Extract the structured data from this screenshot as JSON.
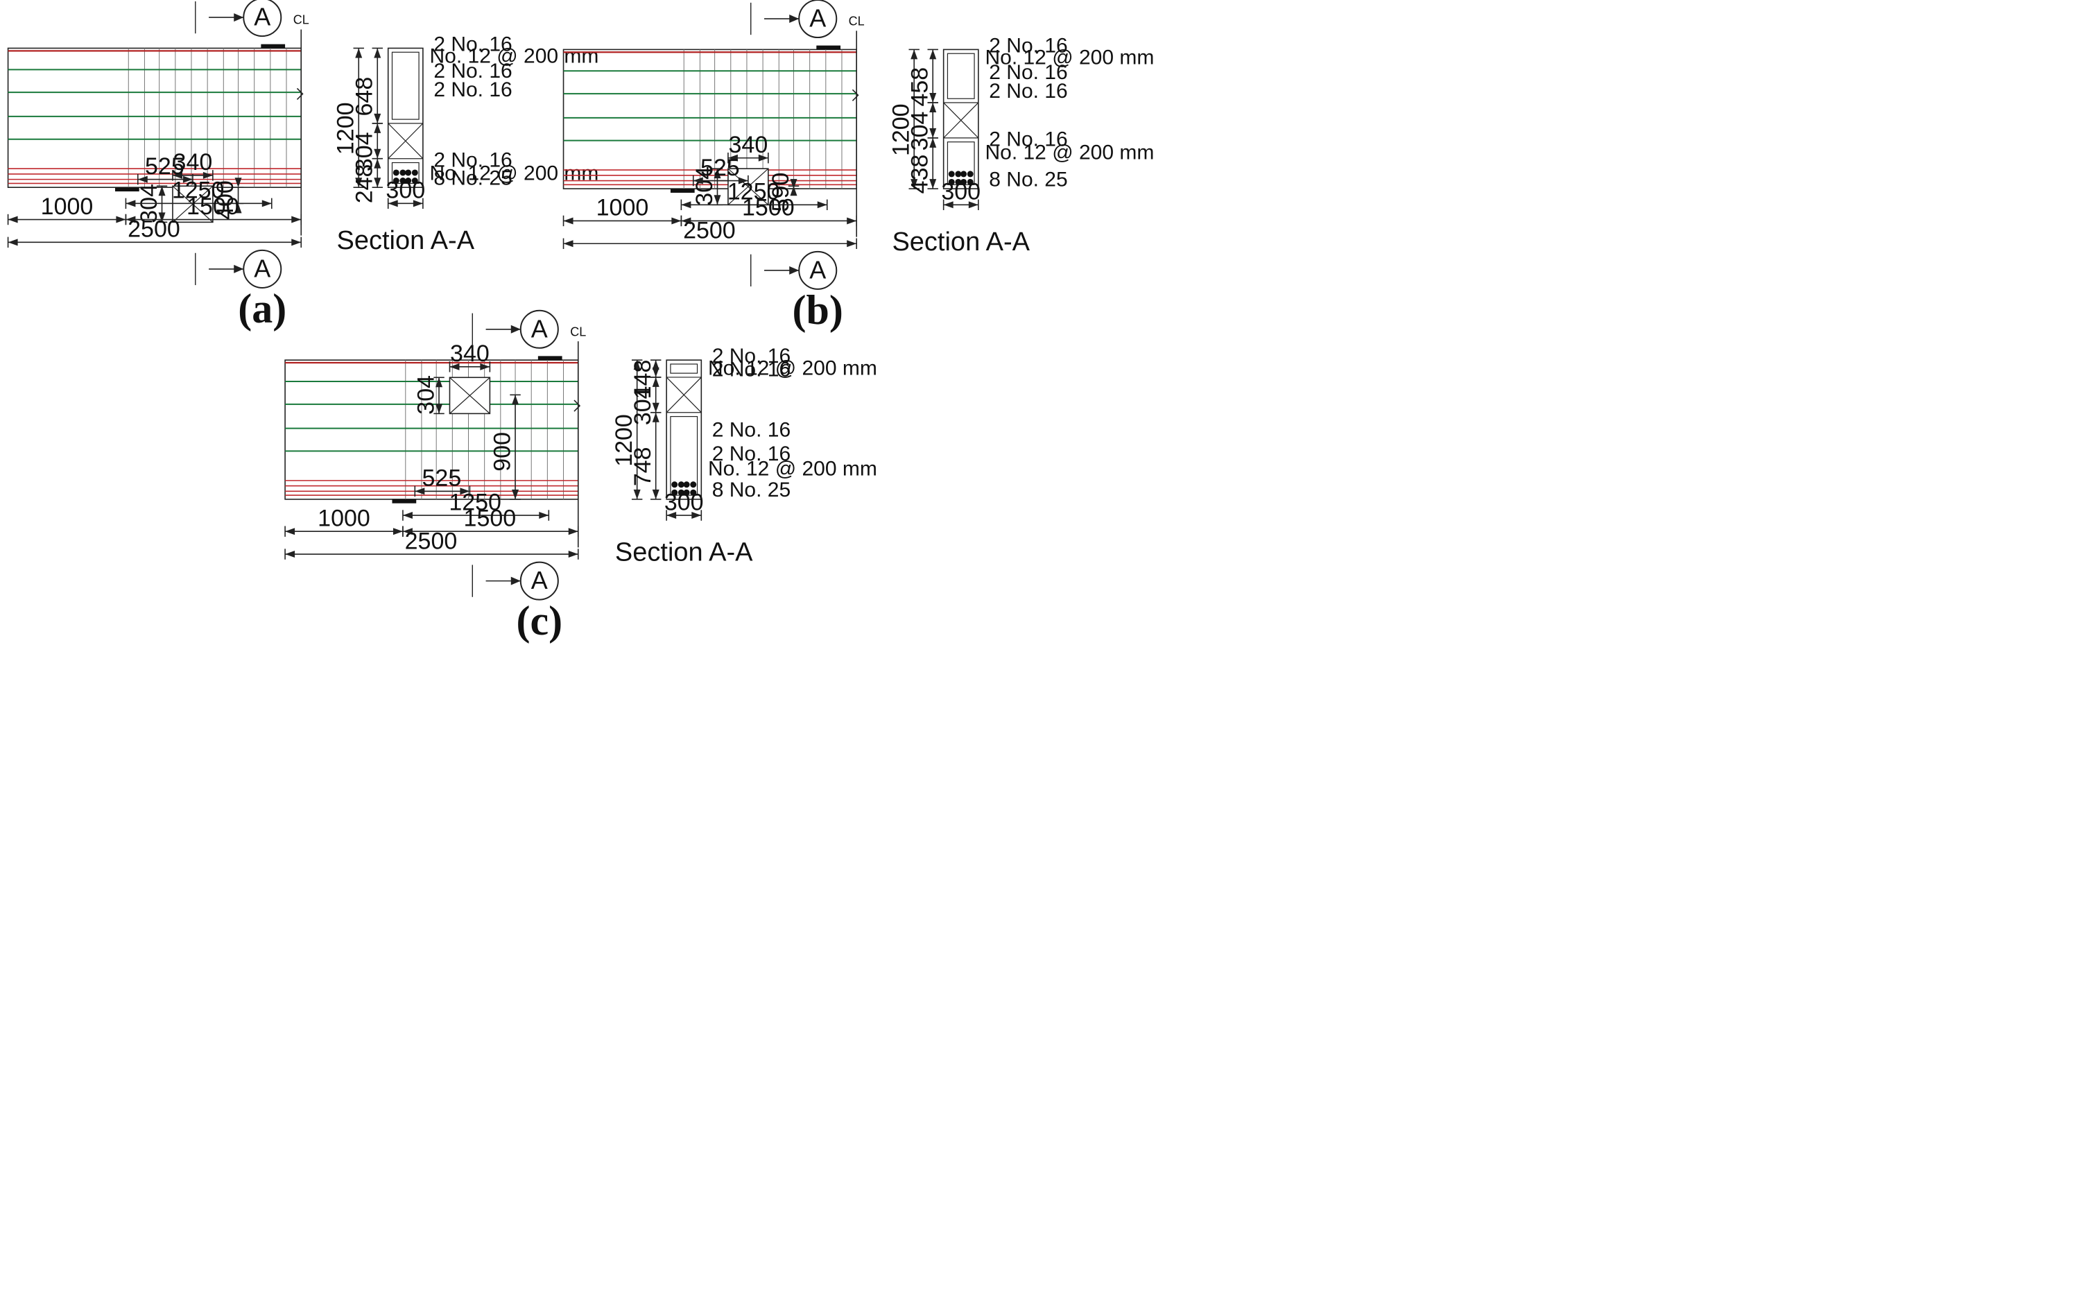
{
  "panels": [
    {
      "caption": "(a)",
      "section_marker": "A",
      "centerline_label": "CL",
      "dims": {
        "overall": "2500",
        "left": "1000",
        "right": "1500",
        "clear": "1250",
        "opening_pos": "525",
        "opening_w": "340",
        "opening_h": "304",
        "opening_elev": "400"
      },
      "section": {
        "title": "Section A-A",
        "width": "300",
        "height": "1200",
        "segments": [
          "648",
          "304",
          "248"
        ],
        "labels": [
          "2 No. 16",
          "No. 12 @ 200 mm",
          "2 No. 16",
          "2 No. 16",
          "2 No. 16",
          "No. 12 @ 200 mm",
          "8 No. 25"
        ]
      }
    },
    {
      "caption": "(b)",
      "section_marker": "A",
      "centerline_label": "CL",
      "dims": {
        "overall": "2500",
        "left": "1000",
        "right": "1500",
        "clear": "1250",
        "opening_pos": "525",
        "opening_w": "340",
        "opening_h": "304",
        "opening_elev": "590"
      },
      "section": {
        "title": "Section A-A",
        "width": "300",
        "height": "1200",
        "segments": [
          "458",
          "304",
          "438"
        ],
        "labels": [
          "2 No. 16",
          "No. 12 @ 200 mm",
          "2 No. 16",
          "2 No. 16",
          "2 No. 16",
          "No. 12 @ 200 mm",
          "8 No. 25"
        ]
      }
    },
    {
      "caption": "(c)",
      "section_marker": "A",
      "centerline_label": "CL",
      "dims": {
        "overall": "2500",
        "left": "1000",
        "right": "1500",
        "clear": "1250",
        "opening_pos": "525",
        "opening_w": "340",
        "opening_h": "304",
        "opening_elev": "900"
      },
      "section": {
        "title": "Section A-A",
        "width": "300",
        "height": "1200",
        "segments": [
          "148",
          "304",
          "748"
        ],
        "labels": [
          "2 No. 16",
          "No. 12 @ 200 mm",
          "2 No. 16",
          "2 No. 16",
          "2 No. 16",
          "No. 12 @ 200 mm",
          "8 No. 25"
        ]
      }
    }
  ],
  "colors": {
    "top_bar": "#b22222",
    "web_bar": "#1a7a3c",
    "bottom_bar": "#c0282d",
    "line": "#222222",
    "stirrup": "#777777"
  }
}
